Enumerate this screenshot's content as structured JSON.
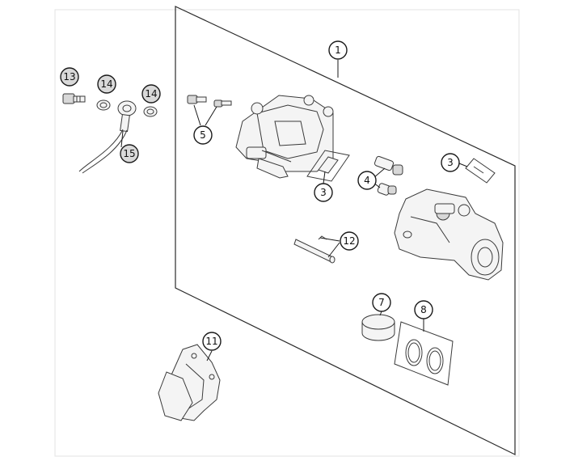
{
  "callouts": {
    "c1": "1",
    "c3a": "3",
    "c3b": "3",
    "c4": "4",
    "c5": "5",
    "c7": "7",
    "c8": "8",
    "c11": "11",
    "c12": "12",
    "c13": "13",
    "c14a": "14",
    "c14b": "14",
    "c15": "15"
  }
}
